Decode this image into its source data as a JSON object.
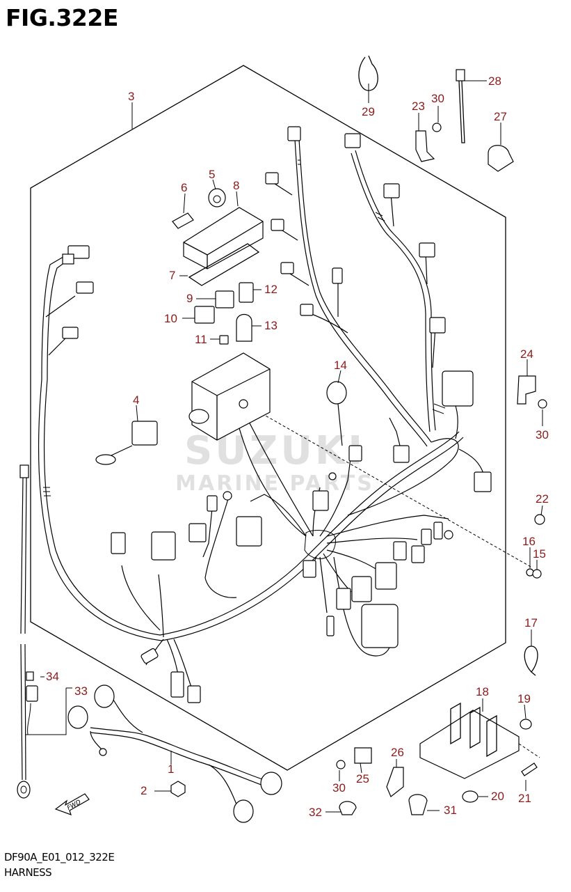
{
  "figure": {
    "title": "FIG.322E",
    "code": "DF90A_E01_012_322E",
    "name": "HARNESS"
  },
  "watermark": {
    "line1": "SUZUKI",
    "line2": "MARINE PARTS"
  },
  "fwd_label": "FWD",
  "callouts": [
    "1",
    "2",
    "3",
    "4",
    "5",
    "6",
    "7",
    "8",
    "9",
    "10",
    "11",
    "12",
    "13",
    "14",
    "15",
    "16",
    "17",
    "18",
    "19",
    "20",
    "21",
    "22",
    "23",
    "24",
    "25",
    "26",
    "27",
    "28",
    "29",
    "30",
    "31",
    "32",
    "33",
    "34"
  ],
  "callout_30_repeats": [
    "30",
    "30",
    "30"
  ],
  "colors": {
    "callout_text": "#8b1a1a",
    "line_art": "#000000",
    "background": "#ffffff"
  }
}
